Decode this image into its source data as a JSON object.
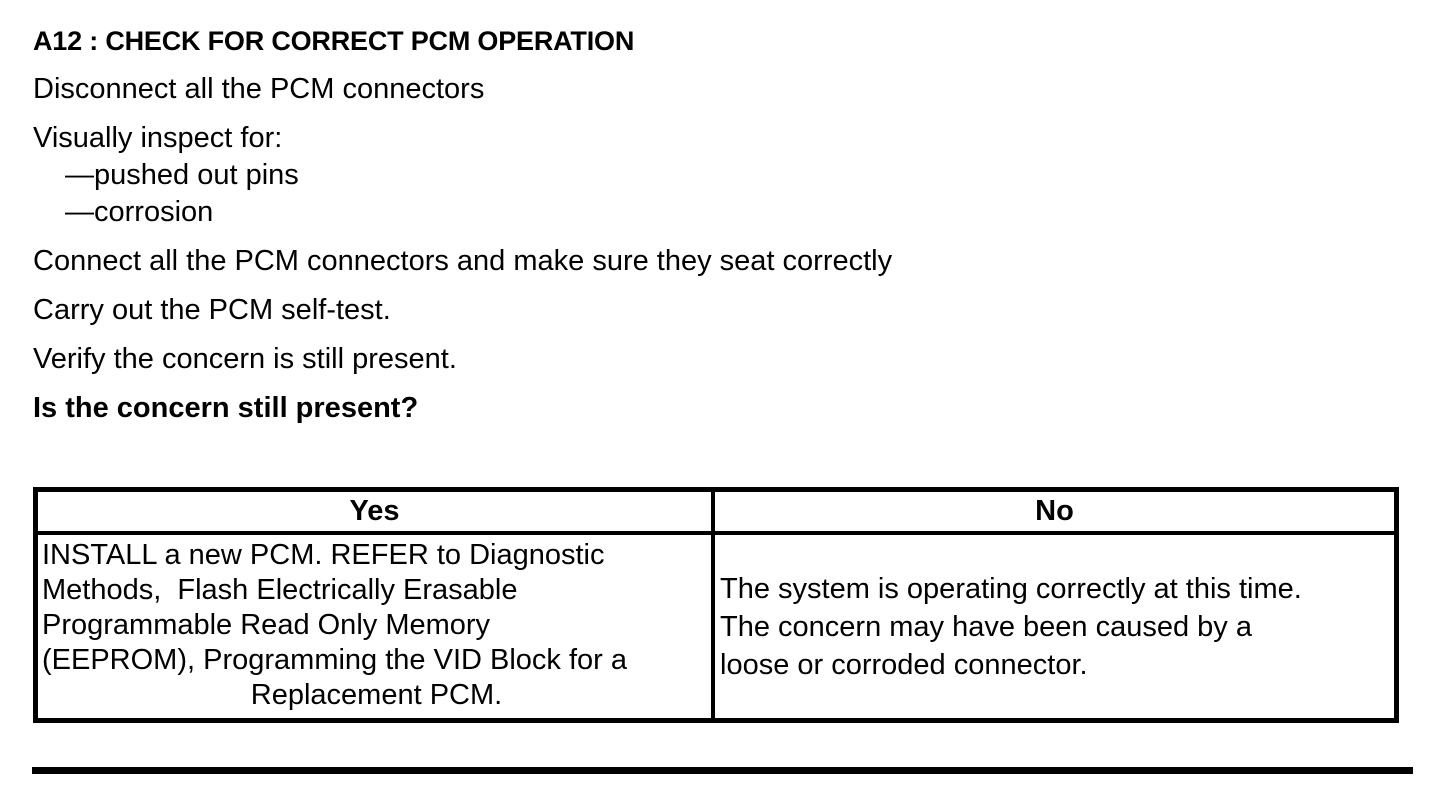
{
  "document": {
    "heading": "A12 : CHECK FOR CORRECT PCM OPERATION",
    "instructions": {
      "disconnect": "Disconnect all the PCM connectors",
      "inspect_intro": "Visually inspect for:",
      "inspect_items": [
        "—pushed out pins",
        "—corrosion"
      ],
      "connect": "Connect all the PCM connectors and make sure they seat correctly",
      "self_test": "Carry out the PCM self-test.",
      "verify": "Verify the concern is still present.",
      "question": "Is the concern still present?"
    },
    "decision_table": {
      "yes_header": "Yes",
      "no_header": "No",
      "yes_action_lines": [
        "INSTALL a new PCM. REFER to Diagnostic",
        "Methods,  Flash Electrically Erasable",
        "Programmable Read Only Memory",
        "(EEPROM), Programming the VID Block for a",
        "Replacement PCM."
      ],
      "no_action_lines": [
        "The system is operating correctly at this time.",
        "The concern may have been caused by a",
        "loose or corroded connector."
      ]
    },
    "colors": {
      "text": "#000000",
      "background": "#ffffff",
      "border": "#000000"
    }
  }
}
